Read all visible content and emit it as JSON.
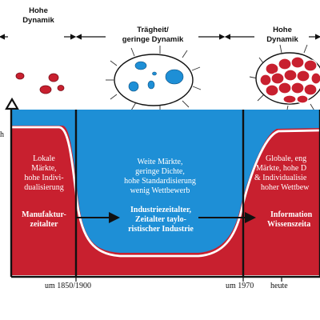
{
  "headers": {
    "left": [
      "Hohe",
      "Dynamik"
    ],
    "middle": [
      "Trägheit/",
      "geringe Dynamik"
    ],
    "right": [
      "Hohe",
      "Dynamik"
    ]
  },
  "phases": {
    "left_description": [
      "Lokale",
      "Märkte,",
      "hohe Indivi-",
      "dualisierung"
    ],
    "left_era": [
      "Manufaktur-",
      "zeitalter"
    ],
    "middle_description": [
      "Weite Märkte,",
      "geringe Dichte,",
      "hohe Standardisierung",
      "wenig Wettbewerb"
    ],
    "middle_era": [
      "Industriezeitalter,",
      "Zeitalter taylo-",
      "ristischer Industrie"
    ],
    "right_description": [
      "Globale, eng",
      "Märkte, hohe D",
      "& Individualisie",
      "hoher Wettbew"
    ],
    "right_era": [
      "Information",
      "Wissenszeita"
    ]
  },
  "axis": {
    "left_fragment": "h",
    "ticks": [
      "um 1850/1900",
      "um 1970",
      "heute"
    ]
  },
  "colors": {
    "red": "#c8202f",
    "blue": "#1e8fd6",
    "dark_red": "#7a0f1a"
  },
  "icons": {
    "left": "scattered-red-particles",
    "middle": "blue-cell-with-spikes",
    "right": "dense-red-cell-cluster"
  }
}
